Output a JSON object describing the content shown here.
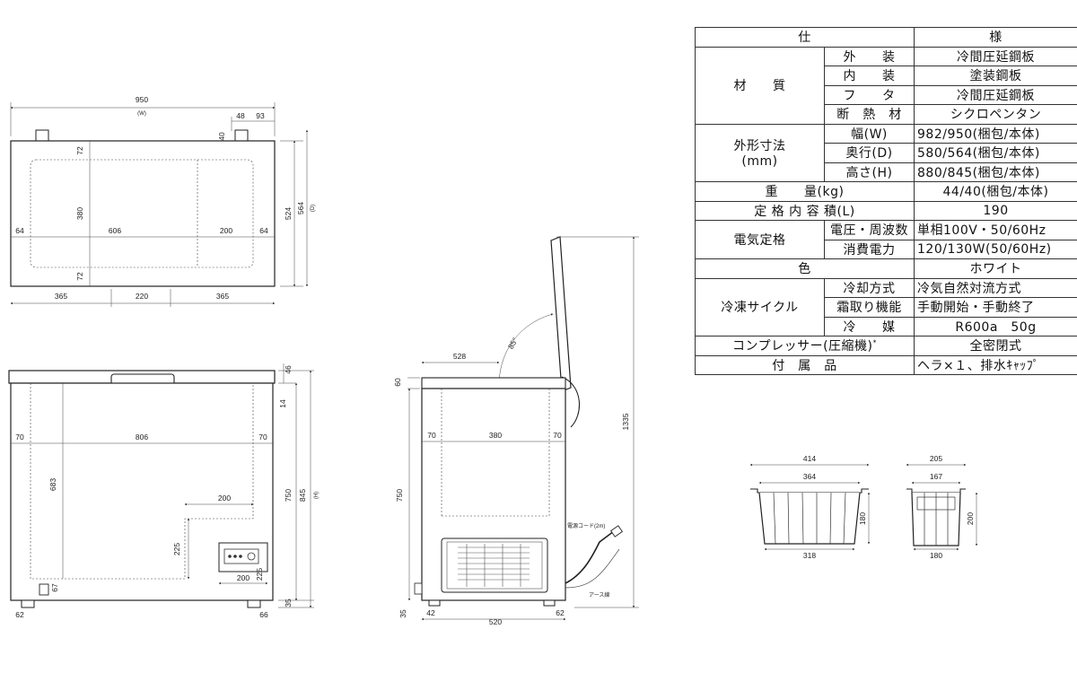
{
  "drawing": {
    "top_view": {
      "width_label": "950",
      "width_sub": "(W)",
      "top_48": "48",
      "top_93": "93",
      "side_40": "40",
      "h_72_top": "72",
      "h_380": "380",
      "h_72_bottom": "72",
      "left_64": "64",
      "center_606": "606",
      "right_200": "200",
      "right_64": "64",
      "depth_524": "524",
      "depth_564": "564",
      "depth_sub": "(D)",
      "bottom_365_left": "365",
      "bottom_220": "220",
      "bottom_365_right": "365"
    },
    "front_view": {
      "side_46": "46",
      "side_14": "14",
      "left_70": "70",
      "inner_806": "806",
      "right_70": "70",
      "h_683": "683",
      "step_200": "200",
      "h_225": "225",
      "h_750": "750",
      "h_845": "845",
      "h_sub": "(H)",
      "comp_200": "200",
      "comp_225": "225",
      "foot_67": "67",
      "foot_35": "35",
      "foot_62": "62",
      "foot_66": "66"
    },
    "side_view": {
      "lid_528": "528",
      "angle_85": "85°",
      "h_60": "60",
      "left_70": "70",
      "inner_380": "380",
      "right_70": "70",
      "h_750": "750",
      "h_1335": "1335",
      "cord_label": "電源コード(2m)",
      "earth_label": "アース線",
      "foot_35": "35",
      "foot_42": "42",
      "base_520": "520",
      "foot_62": "62"
    },
    "basket_large": {
      "top_414": "414",
      "inner_364": "364",
      "h_180": "180",
      "bottom_318": "318"
    },
    "basket_small": {
      "top_205": "205",
      "inner_167": "167",
      "h_200": "200",
      "bottom_180": "180"
    }
  },
  "spec": {
    "header_a": "仕",
    "header_b": "様",
    "material": "材　　質",
    "outer": "外　　装",
    "outer_val": "冷間圧延鋼板",
    "inner": "内　　装",
    "inner_val": "塗装鋼板",
    "lid": "フ　　タ",
    "lid_val": "冷間圧延鋼板",
    "insul": "断　熱　材",
    "insul_val": "シクロペンタン",
    "dims": "外形寸法",
    "dims_unit": "(mm)",
    "width": "幅(W)",
    "width_val": "982/950(梱包/本体)",
    "depth": "奥行(D)",
    "depth_val": "580/564(梱包/本体)",
    "height": "高さ(H)",
    "height_val": "880/845(梱包/本体)",
    "weight": "重　　量(kg)",
    "weight_val": "44/40(梱包/本体)",
    "capacity": "定 格 内 容 積(L)",
    "capacity_val": "190",
    "elec": "電気定格",
    "voltage": "電圧・周波数",
    "voltage_val": "単相100V・50/60Hz",
    "power": "消費電力",
    "power_val": "120/130W(50/60Hz)",
    "color": "色",
    "color_val": "ホワイト",
    "cycle": "冷凍サイクル",
    "cooling": "冷却方式",
    "cooling_val": "冷気自然対流方式",
    "defrost": "霜取り機能",
    "defrost_val": "手動開始・手動終了",
    "refrig": "冷　　媒",
    "refrig_val": "R600a　50g",
    "compressor": "コンプレッサー(圧縮機)",
    "compressor_mark": "*",
    "compressor_val": "全密閉式",
    "acc": "付　属　品",
    "acc_val": "ヘラ×１、排水ｷｬｯﾌﾟ"
  }
}
